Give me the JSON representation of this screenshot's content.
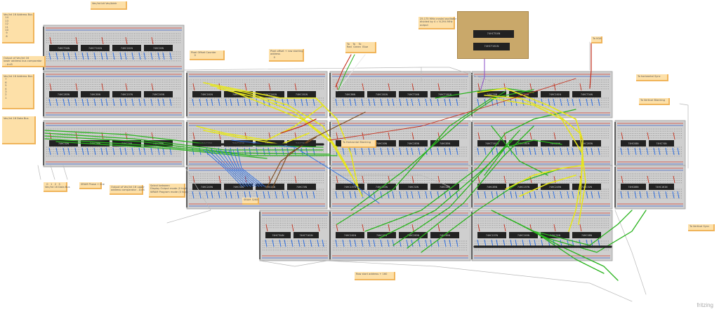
{
  "colors": {
    "board": "#cfcfcf",
    "board_edge": "#9a9a9a",
    "rail_red": "#d23b2f",
    "rail_blue": "#3a63c8",
    "chip": "#222222",
    "chip_text": "#d8d8d8",
    "wire_green": "#29b31d",
    "wire_yellow": "#e6e61b",
    "wire_blue": "#2f6fe0",
    "wire_red": "#c4301d",
    "wire_brown": "#7a4a1f",
    "wire_white": "#e8e8e8",
    "wire_purple": "#8a4ec7",
    "wire_grey": "#b8b8b8",
    "note": "#fde0a8"
  },
  "notes": [
    {
      "id": "note-top-1",
      "text": "Vec/int bit Vec/Addr"
    },
    {
      "id": "note-left-1",
      "text": "Vec/int 16 Address Bus\n  14\n  13\n  12\n  11\n  10\n   9\n   8"
    },
    {
      "id": "note-left-2",
      "text": "Output of Vec/int 16\nlower address bus comparator\n  - A<B"
    },
    {
      "id": "note-left-3",
      "text": "Vec/int 16 Address Bus\n  7\n  6\n  5\n  4\n  3\n  2\n  1"
    },
    {
      "id": "note-left-4",
      "text": "Vec/int 16 Data Bus"
    },
    {
      "id": "note-pixel-offset",
      "text": "Pixel Offset Counter\n    0"
    },
    {
      "id": "note-pixel-offset-2",
      "text": "Pixel offset + row starting\naddress\n    0"
    },
    {
      "id": "note-rgb",
      "text": "To    To    To\nRed  Green  Blue"
    },
    {
      "id": "note-crystal",
      "text": "25.175 MHz crystal oscillator\ndivided by 4 = 6.294 MHz\noutput"
    },
    {
      "id": "note-vsync",
      "text": "To VGA"
    },
    {
      "id": "note-hsync",
      "text": "To horizontal Sync"
    },
    {
      "id": "note-vblank",
      "text": "To Vertical Blanking"
    },
    {
      "id": "note-hblank",
      "text": "To Horizontal Blanking"
    },
    {
      "id": "note-databus-bottom",
      "text": "  0   1   2   3\nVec/int 16 Data Bus"
    },
    {
      "id": "note-sram",
      "text": "SRAM Phase + line"
    },
    {
      "id": "note-output-addr",
      "text": "Output of Vec/int 16 upper\naddress comparator - A>B"
    },
    {
      "id": "note-select",
      "text": "Select between\nDisplay Output mode (0 high)\nWRAM Program mode (0 high)"
    },
    {
      "id": "note-sram-chip",
      "text": "SRAM 32KB"
    },
    {
      "id": "note-row-start",
      "text": "Row start address + 160"
    },
    {
      "id": "note-vsync-right",
      "text": "To Vertical Sync"
    }
  ],
  "chips": [
    {
      "label": "74HCT04N"
    },
    {
      "label": "74HCT161N"
    },
    {
      "label": "74HC161N"
    },
    {
      "label": "74HC00N"
    },
    {
      "label": "74HC283N"
    },
    {
      "label": "74HC85N"
    },
    {
      "label": "74HC157N"
    },
    {
      "label": "74HC245N"
    },
    {
      "label": "74HC32N"
    },
    {
      "label": "74HC08N"
    },
    {
      "label": "74HC74N"
    },
    {
      "label": "74HC86N"
    },
    {
      "label": "74HC161N"
    }
  ],
  "credit": "fritzing"
}
